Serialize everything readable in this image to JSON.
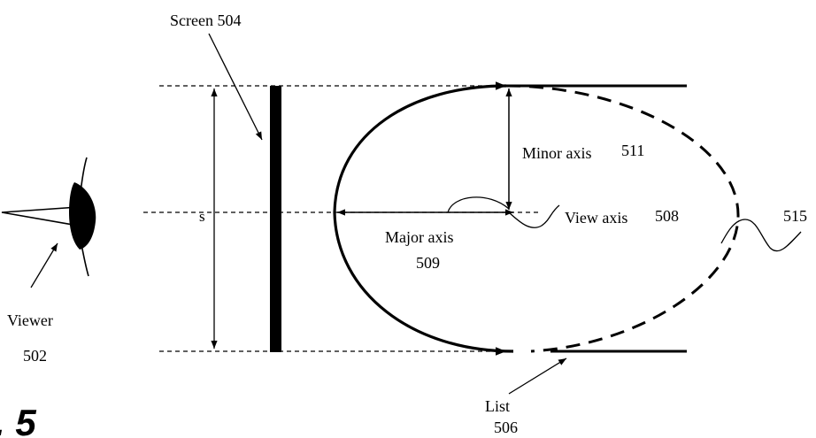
{
  "labels": {
    "screen": "Screen 504",
    "s": "s",
    "minor_axis": "Minor axis",
    "minor_axis_num": "511",
    "view_axis": "View axis",
    "view_axis_num": "508",
    "major_axis": "Major axis",
    "major_axis_num": "509",
    "viewer": "Viewer",
    "viewer_num": "502",
    "list": "List",
    "list_num": "506",
    "ref_515": "515",
    "fig_label": ". 5"
  }
}
